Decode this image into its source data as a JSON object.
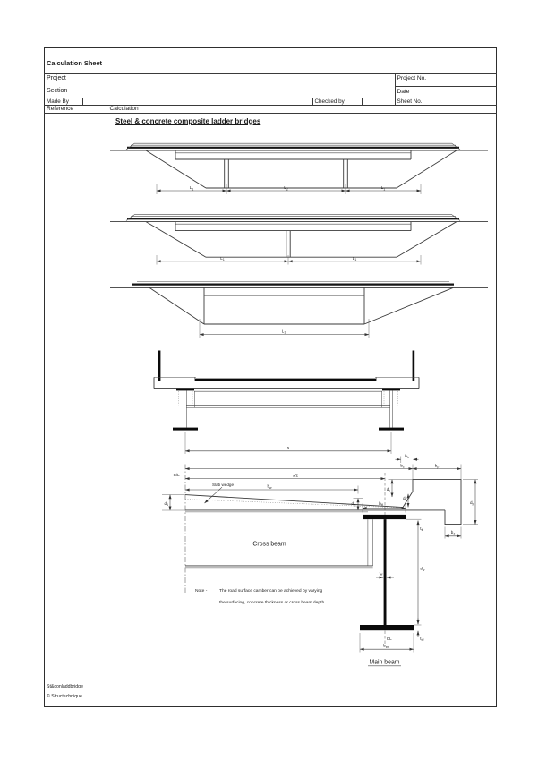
{
  "header": {
    "title": "Calculation Sheet",
    "project_label": "Project",
    "project_no_label": "Project No.",
    "section_label": "Section",
    "date_label": "Date",
    "made_by_label": "Made By",
    "checked_by_label": "Checked by",
    "sheet_no_label": "Sheet No.",
    "reference_label": "Reference",
    "calculation_label": "Calculation"
  },
  "content": {
    "title": "Steel & concrete composite ladder bridges",
    "labels": {
      "centreline": "C/L",
      "slab_wedge": "Slab wedge",
      "cross_beam": "Cross beam",
      "main_beam": "Main beam"
    },
    "dims": {
      "L1": {
        "m": "L",
        "s": "1"
      },
      "L2": {
        "m": "L",
        "s": "2"
      },
      "s": {
        "m": "s",
        "s": ""
      },
      "s_half": {
        "m": "s/2",
        "s": ""
      },
      "bs": {
        "m": "b",
        "s": "s"
      },
      "bp": {
        "m": "b",
        "s": "p"
      },
      "bh": {
        "m": "b",
        "s": "h"
      },
      "bw": {
        "m": "b",
        "s": "w"
      },
      "d1": {
        "m": "d",
        "s": "1"
      },
      "d2": {
        "m": "d",
        "s": "2"
      },
      "btf": {
        "m": "b",
        "s": "tf"
      },
      "dc": {
        "m": "d",
        "s": "c"
      },
      "df": {
        "m": "d",
        "s": "f"
      },
      "dp": {
        "m": "d",
        "s": "p"
      },
      "bd": {
        "m": "b",
        "s": "d"
      },
      "ttf": {
        "m": "t",
        "s": "tf"
      },
      "dw": {
        "m": "d",
        "s": "w"
      },
      "tw": {
        "m": "t",
        "s": "w"
      },
      "tbf": {
        "m": "t",
        "s": "bf"
      },
      "bbf": {
        "m": "b",
        "s": "bf"
      },
      "CL": {
        "m": "CL",
        "s": ""
      }
    },
    "note": {
      "label": "Note -",
      "line1": "The road surface camber can be achieved by varying",
      "line2": "the surfacing, concrete thickness or cross beam depth"
    }
  },
  "footer": {
    "file": "St&conladdbridge",
    "copyright": "© Structechnique"
  }
}
